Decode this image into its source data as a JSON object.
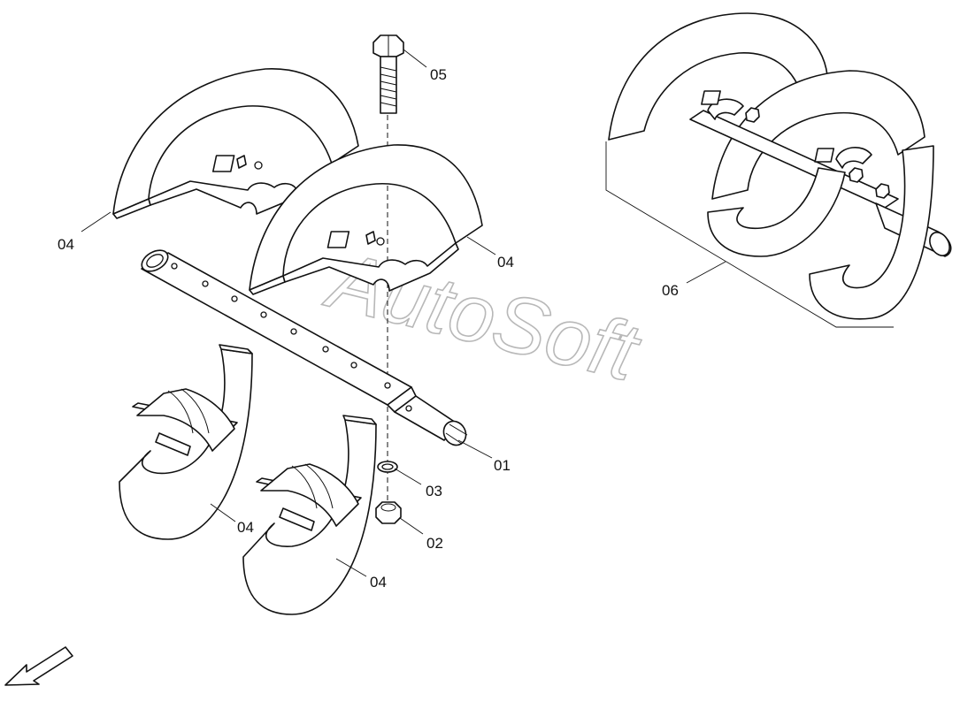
{
  "diagram": {
    "watermark": "AutoSoft",
    "labels": {
      "p01": "01",
      "p02": "02",
      "p03": "03",
      "p04a": "04",
      "p04b": "04",
      "p04c": "04",
      "p04d": "04",
      "p05": "05",
      "p06": "06"
    },
    "icons": {
      "direction": "arrow-down-left-icon"
    }
  }
}
